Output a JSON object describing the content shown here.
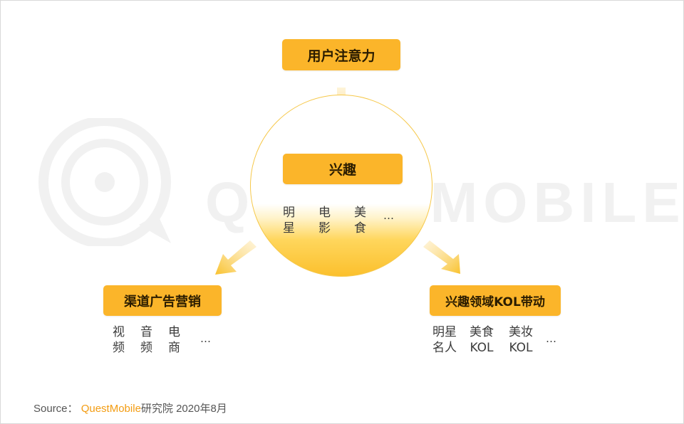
{
  "watermark": {
    "text": "QUESTMOBILE"
  },
  "top_box": {
    "label": "用户注意力"
  },
  "center": {
    "label": "兴趣",
    "items": [
      {
        "line1": "明",
        "line2": "星"
      },
      {
        "line1": "电",
        "line2": "影"
      },
      {
        "line1": "美",
        "line2": "食"
      }
    ],
    "more": "…"
  },
  "left": {
    "label": "渠道广告营销",
    "items": [
      {
        "line1": "视",
        "line2": "频"
      },
      {
        "line1": "音",
        "line2": "频"
      },
      {
        "line1": "电",
        "line2": "商"
      }
    ],
    "more": "…"
  },
  "right": {
    "label": "兴趣领域KOL带动",
    "items": [
      {
        "line1": "明星",
        "line2": "名人"
      },
      {
        "line1": "美食",
        "line2": "KOL"
      },
      {
        "line1": "美妆",
        "line2": "KOL"
      }
    ],
    "more": "…"
  },
  "footer": {
    "prefix": "Source：",
    "brand": "QuestMobile",
    "suffix": "研究院 2020年8月"
  },
  "colors": {
    "accent": "#fbb52a",
    "arrow": "#f9c22e",
    "brand": "#f39c12"
  }
}
